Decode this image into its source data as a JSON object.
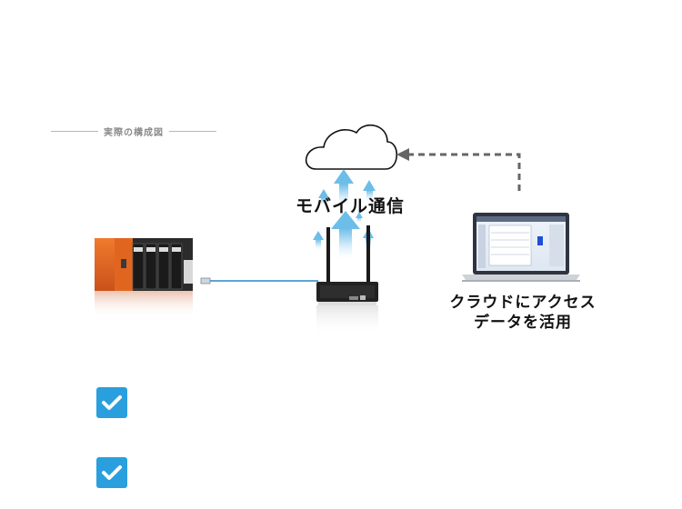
{
  "section_label": "実際の構成図",
  "mobile_label": "モバイル通信",
  "cloud_access_line1": "クラウドにアクセス",
  "cloud_access_line2": "データを活用",
  "colors": {
    "arrow_light": "#cfe8f7",
    "arrow_dark": "#6cbde8",
    "cable": "#2a86c9",
    "dashed": "#666666",
    "checkbox": "#2a9fde",
    "plc_orange": "#e0661f"
  },
  "icons": [
    "cloud-icon",
    "plc-device-icon",
    "router-icon",
    "laptop-icon",
    "checkbox-checked-icon"
  ]
}
